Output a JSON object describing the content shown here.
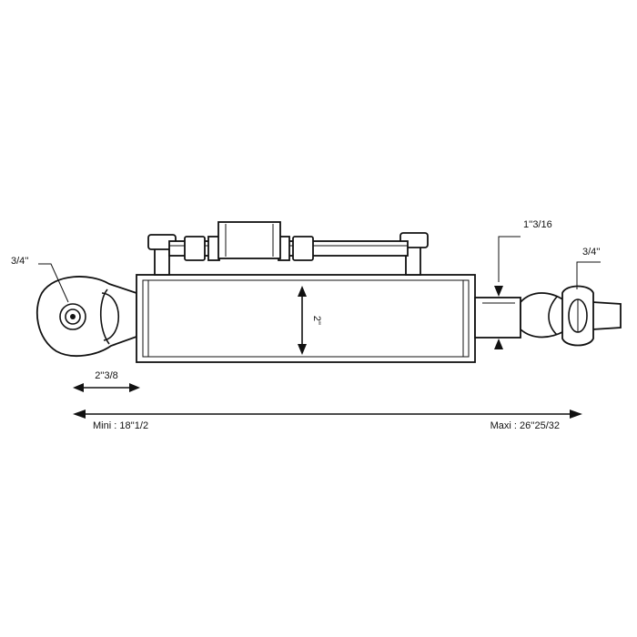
{
  "labels": {
    "left_eye_diameter": "3/4''",
    "left_eye_width": "2''3/8",
    "cylinder_diameter": "2''",
    "rod_diameter": "1''3/16",
    "right_eye_diameter": "3/4''",
    "length_min": "Mini : 18''1/2",
    "length_max": "Maxi : 26''25/32"
  },
  "colors": {
    "line": "#111111",
    "background": "#ffffff"
  }
}
